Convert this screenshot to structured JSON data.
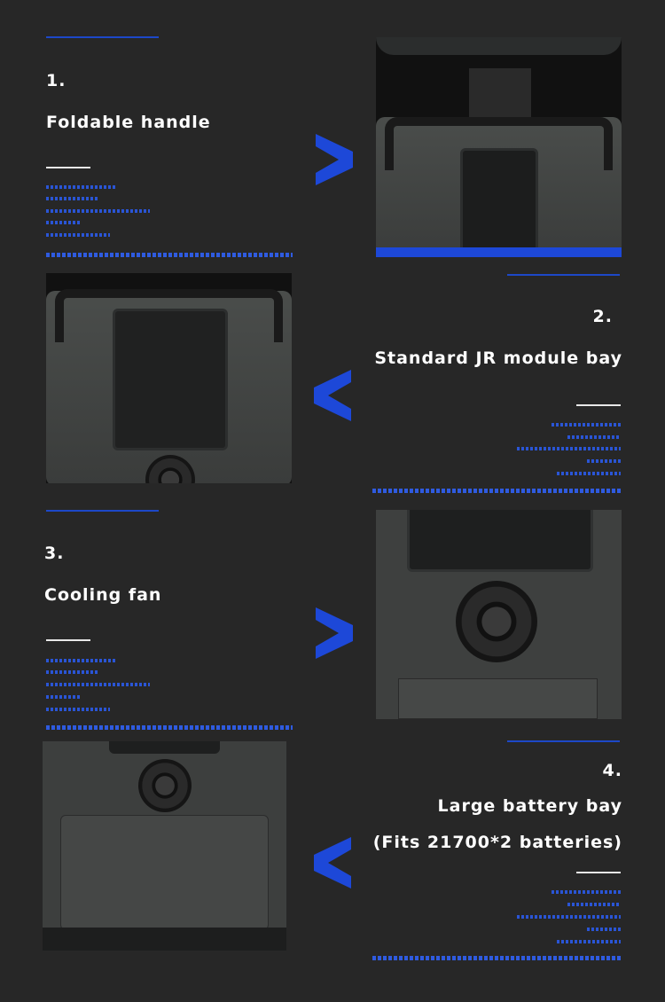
{
  "accent_color": "#1d48c8",
  "features": [
    {
      "number": "1.",
      "title": "Foldable handle",
      "arrow": "chevron-right"
    },
    {
      "number": "2.",
      "title": "Standard JR module bay",
      "arrow": "chevron-left"
    },
    {
      "number": "3.",
      "title": "Cooling fan",
      "arrow": "chevron-right"
    },
    {
      "number": "4.",
      "title": "Large battery bay",
      "subtitle": "(Fits 21700*2 batteries)",
      "arrow": "chevron-left"
    }
  ]
}
